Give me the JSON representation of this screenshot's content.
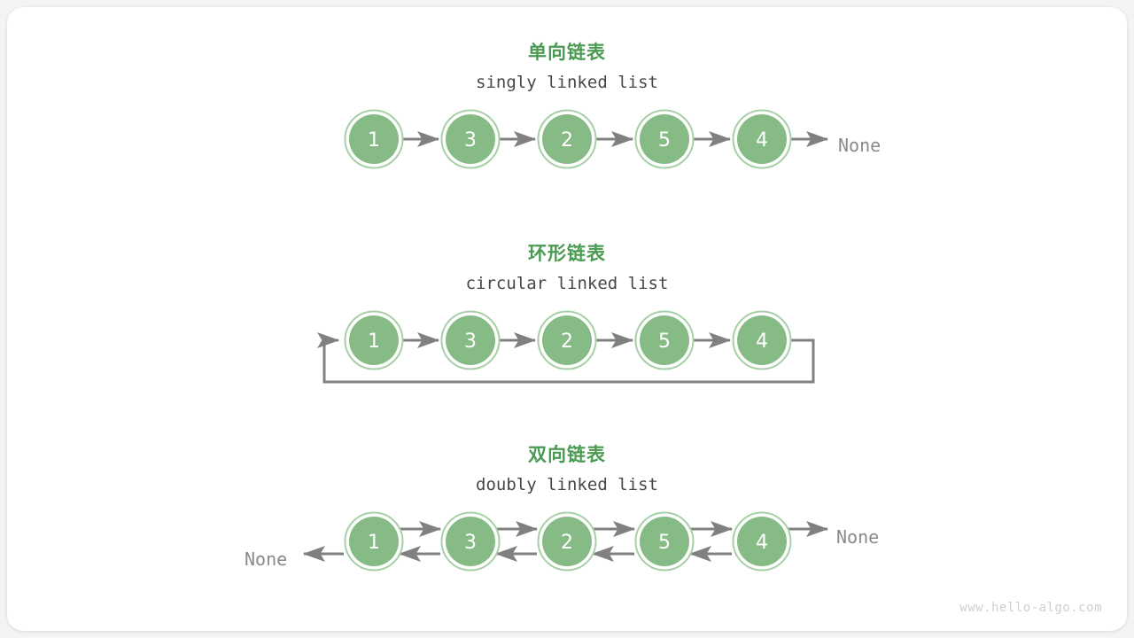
{
  "meta": {
    "watermark": "www.hello-algo.com",
    "colors": {
      "node_fill": "#86bb86",
      "node_ring": "#a8d0a8",
      "node_gap": "#ffffff",
      "arrow": "#808080",
      "title_green": "#4a9a52",
      "subtitle_gray": "#474747",
      "none_gray": "#8a8a8a",
      "watermark_gray": "#cfcfcf",
      "page_background": "#f4f4f4",
      "card_background": "#ffffff"
    }
  },
  "sections": [
    {
      "id": "singly",
      "zh_title": "单向链表",
      "en_title": "singly linked list",
      "nodes": [
        "1",
        "3",
        "2",
        "5",
        "4"
      ],
      "tail_label": "None",
      "head_label": null,
      "circular": false,
      "doubly": false
    },
    {
      "id": "circular",
      "zh_title": "环形链表",
      "en_title": "circular linked list",
      "nodes": [
        "1",
        "3",
        "2",
        "5",
        "4"
      ],
      "tail_label": null,
      "head_label": null,
      "circular": true,
      "doubly": false
    },
    {
      "id": "doubly",
      "zh_title": "双向链表",
      "en_title": "doubly linked list",
      "nodes": [
        "1",
        "3",
        "2",
        "5",
        "4"
      ],
      "tail_label": "None",
      "head_label": "None",
      "circular": false,
      "doubly": true
    }
  ]
}
